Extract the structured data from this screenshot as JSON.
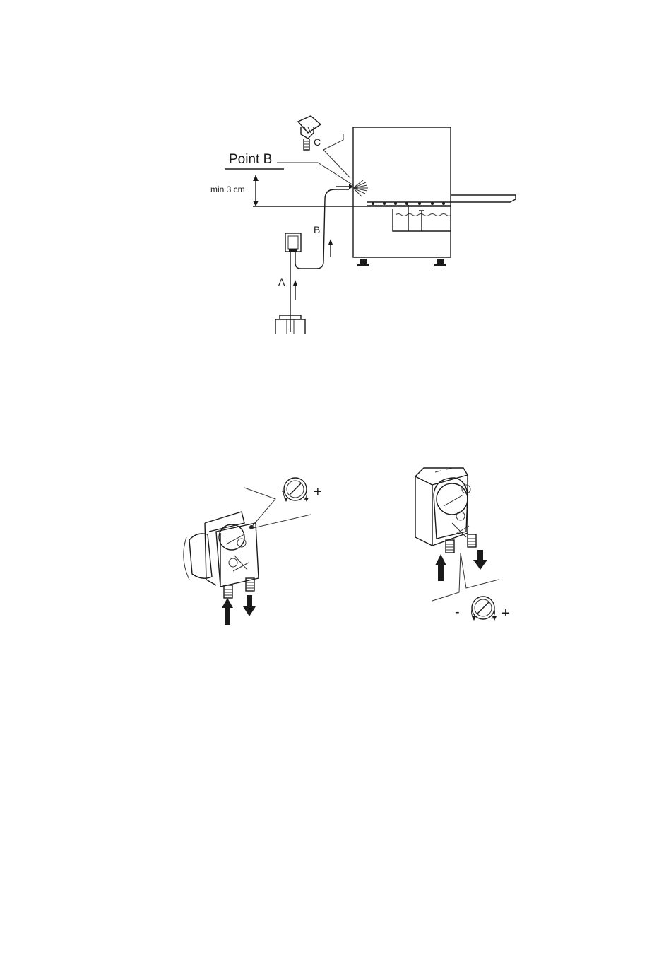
{
  "figure1": {
    "labels": {
      "point_b": "Point B",
      "c": "C",
      "min_height": "min 3 cm",
      "b": "B",
      "a": "A"
    }
  },
  "figure2": {
    "left_pump": {
      "minus": "-",
      "plus": "+"
    },
    "right_pump": {
      "minus": "-",
      "plus": "+"
    }
  }
}
